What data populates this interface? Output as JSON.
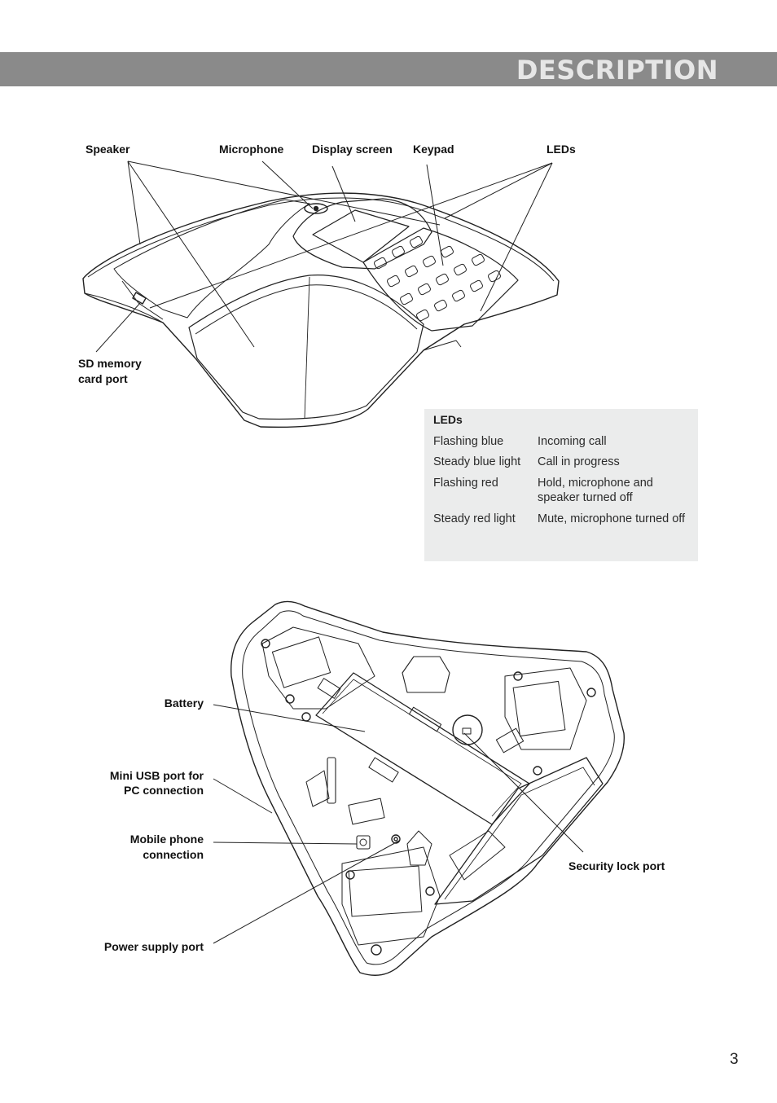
{
  "header": {
    "title": "DESCRIPTION"
  },
  "top_diagram": {
    "labels": {
      "speaker": "Speaker",
      "microphone": "Microphone",
      "display_screen": "Display screen",
      "keypad": "Keypad",
      "leds": "LEDs",
      "sd_card_line1": "SD memory",
      "sd_card_line2": "card port"
    }
  },
  "led_table": {
    "title": "LEDs",
    "rows": [
      {
        "state": "Flashing blue",
        "meaning": "Incoming call"
      },
      {
        "state": "Steady blue light",
        "meaning": "Call in progress"
      },
      {
        "state": "Flashing red",
        "meaning": "Hold, microphone and speaker turned off"
      },
      {
        "state": "Steady red light",
        "meaning": "Mute, microphone turned off"
      }
    ]
  },
  "bottom_diagram": {
    "labels": {
      "battery": "Battery",
      "mini_usb_line1": "Mini USB port for",
      "mini_usb_line2": "PC connection",
      "mobile_line1": "Mobile phone",
      "mobile_line2": "connection",
      "power": "Power supply port",
      "security": "Security lock port"
    }
  },
  "page": {
    "number": "3"
  }
}
